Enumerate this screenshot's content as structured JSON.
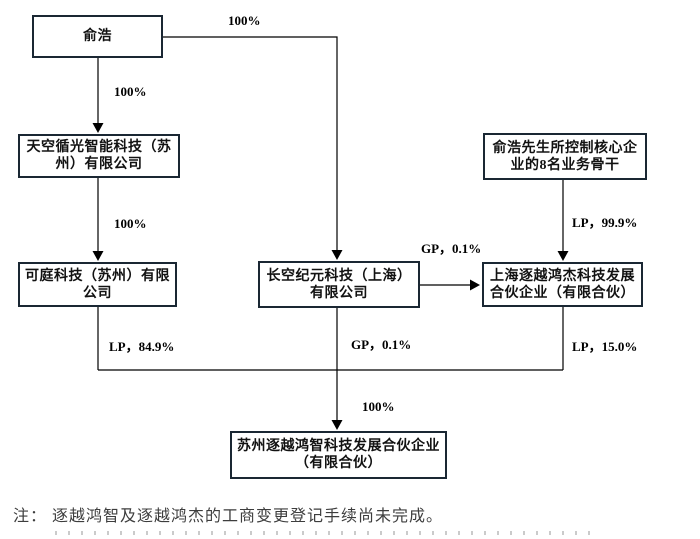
{
  "diagram": {
    "title": "equity-structure-chart",
    "nodes": {
      "yuhao": {
        "label": "俞浩",
        "lines": [
          "俞浩"
        ]
      },
      "tiankong": {
        "label": "天空循光智能科技（苏州）有限公司",
        "lines": [
          "天空循光智能科技（苏",
          "州）有限公司"
        ]
      },
      "keting": {
        "label": "可庭科技（苏州）有限公司",
        "lines": [
          "可庭科技（苏州）有限",
          "公司"
        ]
      },
      "changkong": {
        "label": "长空纪元科技（上海）有限公司",
        "lines": [
          "长空纪元科技（上海）",
          "有限公司"
        ]
      },
      "backbone": {
        "label": "俞浩先生所控制核心企业的8名业务骨干",
        "lines": [
          "俞浩先生所控制核心企",
          "业的8名业务骨干"
        ]
      },
      "hongjie": {
        "label": "上海逐越鸿杰科技发展合伙企业（有限合伙）",
        "lines": [
          "上海逐越鸿杰科技发展",
          "合伙企业（有限合伙）"
        ]
      },
      "hongzhi": {
        "label": "苏州逐越鸿智科技发展合伙企业（有限合伙）",
        "lines": [
          "苏州逐越鸿智科技发展合伙企业",
          "（有限合伙）"
        ]
      }
    },
    "edge_labels": {
      "yuhao_changkong": "100%",
      "yuhao_tiankong": "100%",
      "tiankong_keting": "100%",
      "backbone_hongjie": "LP，99.9%",
      "changkong_hongjie": "GP，0.1%",
      "keting_hongzhi": "LP，84.9%",
      "changkong_hongzhi": "GP，0.1%",
      "hongjie_hongzhi": "LP，15.0%",
      "merge_hongzhi": "100%"
    }
  },
  "note": "注： 逐越鸿智及逐越鸿杰的工商变更登记手续尚未完成。",
  "colors": {
    "box_border": "#1a2733",
    "line": "#000000",
    "box_text": "#121212",
    "note_text": "#3d3d3d",
    "background": "#ffffff"
  }
}
